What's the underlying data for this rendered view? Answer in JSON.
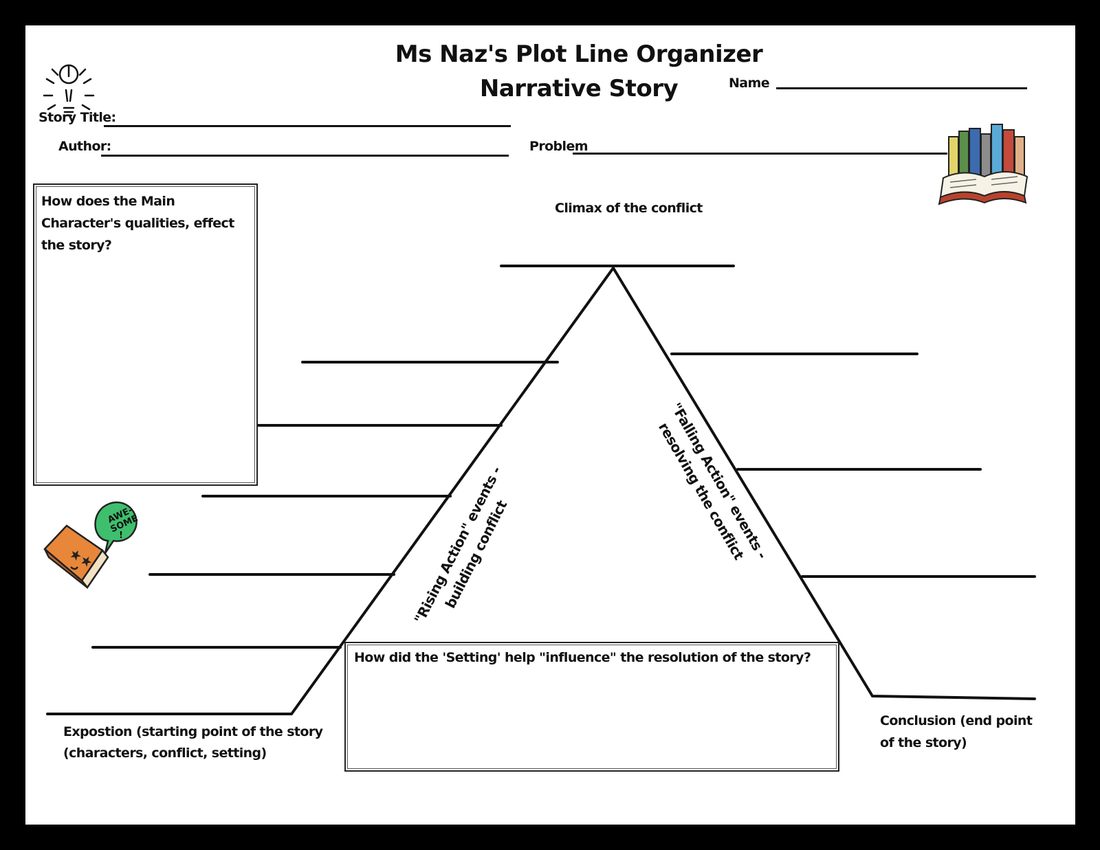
{
  "header": {
    "title": "Ms Naz's Plot Line Organizer",
    "subtitle": "Narrative Story",
    "name_label": "Name"
  },
  "fields": {
    "story_title_label": "Story Title:",
    "author_label": "Author:",
    "problem_label": "Problem"
  },
  "main_character_box": {
    "question": "How does the Main Character's qualities, effect the story?"
  },
  "setting_box": {
    "question": "How did the 'Setting' help \"influence\" the resolution of the story?"
  },
  "plot": {
    "climax_label": "Climax of the conflict",
    "rising_action_line1": "\"Rising Action\" events -",
    "rising_action_line2": "building conflict",
    "falling_action_line1": "\"Falling Action\" events -",
    "falling_action_line2": "resolving the conflict",
    "exposition_line1": "Expostion (starting point of the story",
    "exposition_line2": "(characters, conflict, setting)",
    "conclusion_line1": "Conclusion (end point",
    "conclusion_line2": "of the story)"
  },
  "clipart": {
    "bulb_icon": "lightbulb-icon",
    "books_icon": "books-stack-icon",
    "awesome_book_icon": "awesome-book-icon",
    "awesome_bubble_text": "AWE-SOME!"
  }
}
